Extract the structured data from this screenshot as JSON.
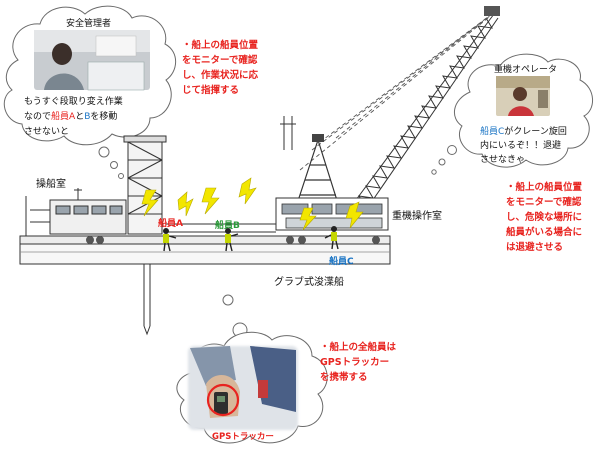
{
  "labels": {
    "control_room": "操船室",
    "crane_cabin": "重機操作室",
    "ship_name": "グラブ式浚渫船"
  },
  "crew": {
    "a": "船員A",
    "b": "船員B",
    "c": "船員C"
  },
  "safety_manager": {
    "title": "安全管理者",
    "line1": "もうすぐ段取り変え作業",
    "line2_pre": "なので",
    "crew_a": "船員A",
    "conj": "と",
    "crew_b": "B",
    "line2_post": "を移動",
    "line3": "させないと"
  },
  "operator": {
    "title": "重機オペレータ",
    "crew_c": "船員C",
    "line1_post": "がクレーン旋回",
    "line2": "内にいるぞ！！退避",
    "line3": "させなきゃ"
  },
  "gps_bubble": {
    "label": "GPSトラッカー"
  },
  "notes": {
    "manager_monitor": [
      "・船上の船員位置",
      "をモニターで確認",
      "し、作業状況に応",
      "じて指揮する"
    ],
    "operator_monitor": [
      "・船上の船員位置",
      "をモニターで確認",
      "し、危険な場所に",
      "船員がいる場合に",
      "は退避させる"
    ],
    "gps": [
      "・船上の全船員は",
      "GPSトラッカー",
      "を携帯する"
    ]
  },
  "colors": {
    "accent_red": "#e8231f",
    "crew_blue": "#1a74c4",
    "crew_green": "#2b9a3a",
    "lightning": "#f2e600",
    "vest": "#c4d600"
  }
}
